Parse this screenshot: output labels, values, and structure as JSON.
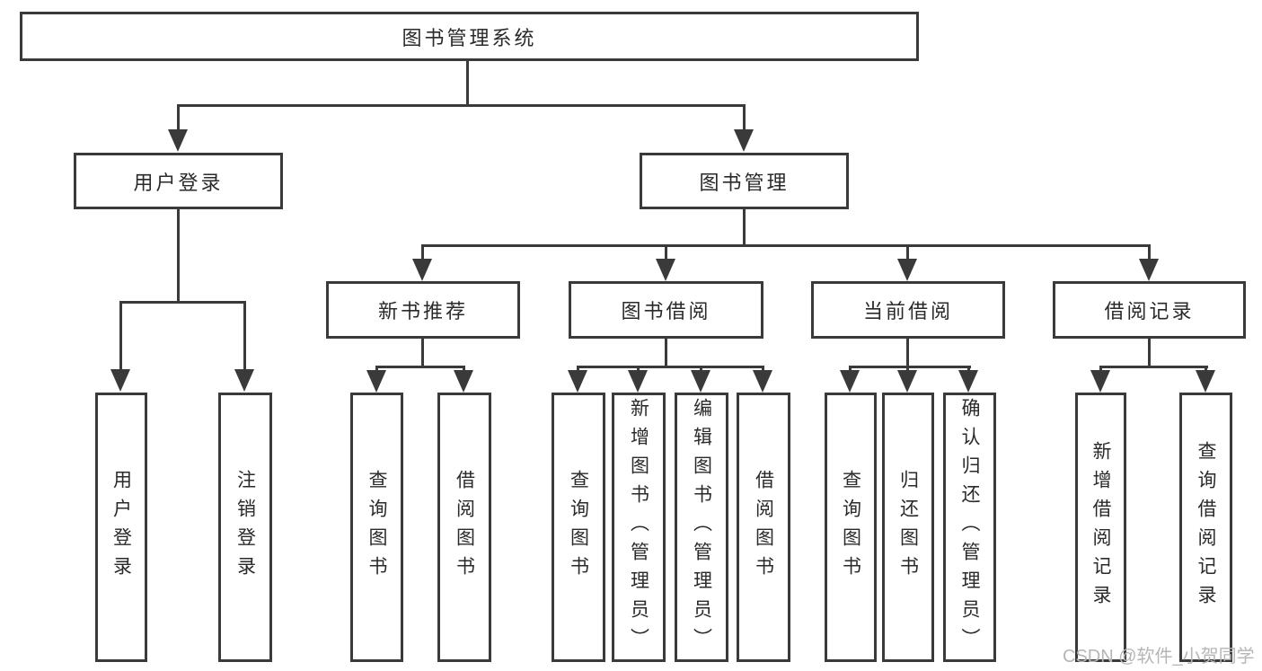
{
  "tree": {
    "label": "图书管理系统",
    "children": [
      {
        "label": "用户登录",
        "children": [
          {
            "label": "用户登录"
          },
          {
            "label": "注销登录"
          }
        ]
      },
      {
        "label": "图书管理",
        "children": [
          {
            "label": "新书推荐",
            "children": [
              {
                "label": "查询图书"
              },
              {
                "label": "借阅图书"
              }
            ]
          },
          {
            "label": "图书借阅",
            "children": [
              {
                "label": "查询图书"
              },
              {
                "label": "新增图书（管理员）"
              },
              {
                "label": "编辑图书（管理员）"
              },
              {
                "label": "借阅图书"
              }
            ]
          },
          {
            "label": "当前借阅",
            "children": [
              {
                "label": "查询图书"
              },
              {
                "label": "归还图书"
              },
              {
                "label": "确认归还（管理员）"
              }
            ]
          },
          {
            "label": "借阅记录",
            "children": [
              {
                "label": "新增借阅记录"
              },
              {
                "label": "查询借阅记录"
              }
            ]
          }
        ]
      }
    ]
  },
  "watermark": {
    "text": "CSDN @软件_小贺同学"
  },
  "colors": {
    "line": "#3a3a3a",
    "text": "#2a2a2a",
    "bg": "#ffffff",
    "watermark": "#b6b6b6"
  }
}
